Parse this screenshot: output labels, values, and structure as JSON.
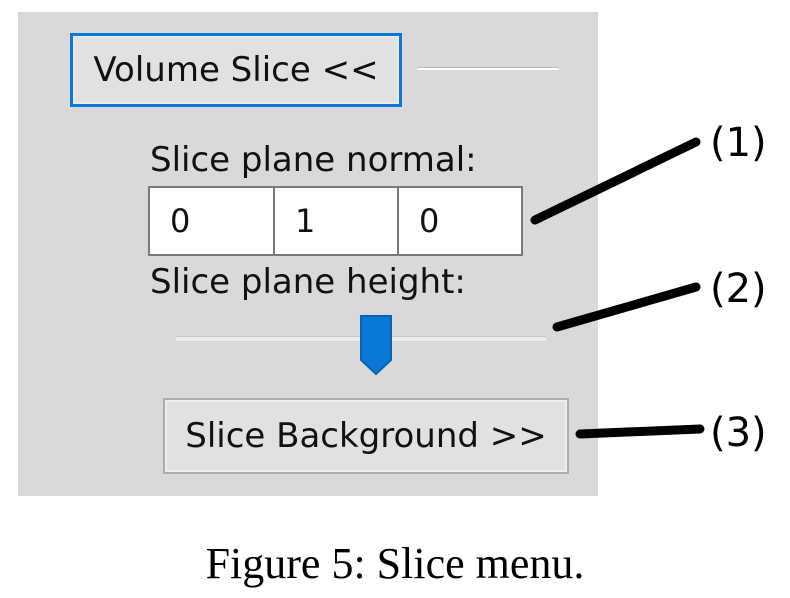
{
  "panel": {
    "volume_button_label": "Volume Slice <<",
    "normal_label": "Slice plane normal:",
    "normal_values": [
      "0",
      "1",
      "0"
    ],
    "height_label": "Slice plane height:",
    "height_slider_value_pct": 50,
    "background_button_label": "Slice Background >>"
  },
  "callouts": [
    "(1)",
    "(2)",
    "(3)"
  ],
  "caption": "Figure 5: Slice menu.",
  "colors": {
    "panel_bg": "#d9d9d9",
    "accent": "#0a78d7",
    "button_bg": "#e1e1e1"
  }
}
